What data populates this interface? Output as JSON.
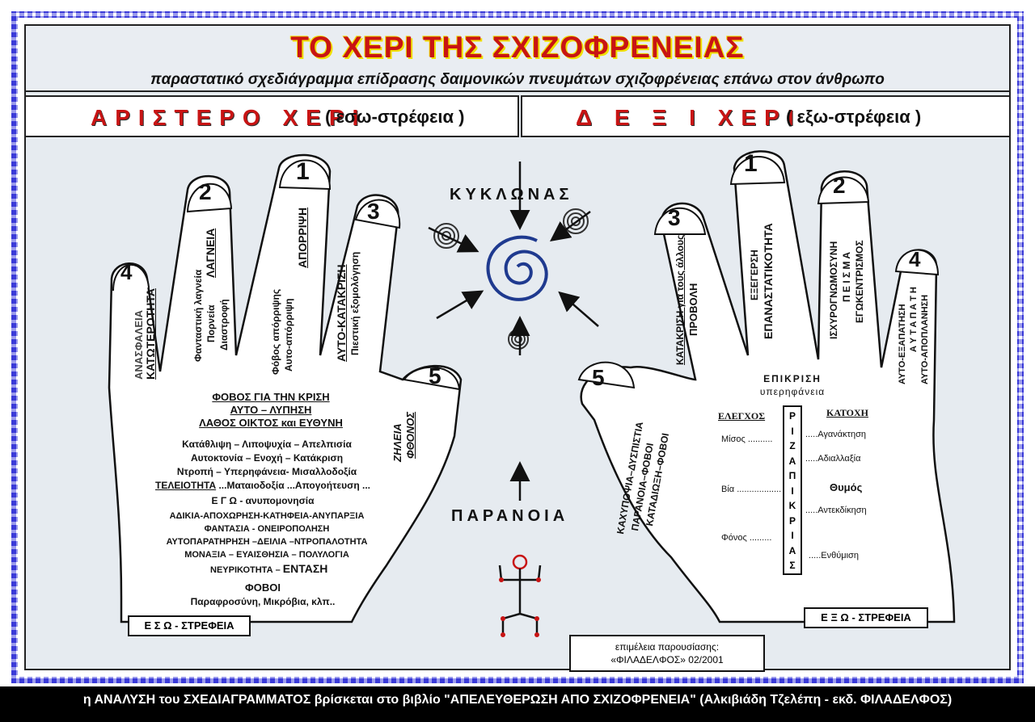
{
  "header": {
    "title": "ΤΟ ΧΕΡΙ ΤΗΣ ΣΧΙΖΟΦΡΕΝΕΙΑΣ",
    "subtitle": "παραστατικό σχεδιάγραμμα επίδρασης δαιμονικών πνευμάτων σχιζοφρένειας επάνω στον άνθρωπο"
  },
  "left": {
    "heading": "ΑΡΙΣΤΕΡΟ ΧΕΡΙ",
    "heading_sub": "( εσω-στρέφεια )",
    "finger1": {
      "num": "1",
      "a": "ΑΠΟΡΡΙΨΗ",
      "b": "Φόβος απόρριψης",
      "c": "Αυτο-απόρριψη"
    },
    "finger2": {
      "num": "2",
      "a": "ΛΑΓΝΕΙΑ",
      "b": "Φανταστική λαγνεία",
      "c": "Πορνεία",
      "d": "Διαστροφή"
    },
    "finger3": {
      "num": "3",
      "a": "ΑΥΤΟ-ΚΑΤΑΚΡΙΣΗ",
      "b": "Πιεστική εξομολόγηση"
    },
    "finger4": {
      "num": "4",
      "a": "ΑΝΑΣΦΑΛΕΙΑ",
      "b": "ΚΑΤΩΤΕΡΟΤΗΤΑ"
    },
    "finger5": {
      "num": "5",
      "a": "ΖΗΛΕΙΑ",
      "b": "ΦΘΟΝΟΣ"
    },
    "palm": {
      "l1": "ΦΟΒΟΣ ΓΙΑ ΤΗΝ ΚΡΙΣΗ",
      "l2": "ΑΥΤΟ – ΛΥΠΗΣΗ",
      "l3": "ΛΑΘΟΣ ΟΙΚΤΟΣ και ΕΥΘΥΝΗ",
      "l4": "Κατάθλιψη – Λιποψυχία – Απελπισία",
      "l5": "Αυτοκτονία – Ενοχή – Κατάκριση",
      "l6": "Ντροπή – Υπερηφάνεια- Μισαλλοδοξία",
      "l7a": "ΤΕΛΕΙΟΤΗΤΑ",
      "l7b": "...Ματαιοδοξία ...Απογοήτευση ...",
      "l8": "Ε Γ Ω  - ανυπομονησία",
      "l9": "ΑΔΙΚΙΑ-ΑΠΟΧΩΡΗΣΗ-ΚΑΤΗΦΕΙΑ-ΑΝΥΠΑΡΞΙΑ",
      "l10": "ΦΑΝΤΑΣΙΑ  -  ΟΝΕΙΡΟΠΟΛΗΣΗ",
      "l11": "ΑΥΤΟΠΑΡΑΤΗΡΗΣΗ –ΔΕΙΛΙΑ –ΝΤΡΟΠΑΛΟΤΗΤΑ",
      "l12": "ΜΟΝΑΞΙΑ – ΕΥΑΙΣΘΗΣΙΑ – ΠΟΛΥΛΟΓΙΑ",
      "l13a": "ΝΕΥΡΙΚΟΤΗΤΑ –",
      "l13b": "ΕΝΤΑΣΗ",
      "l14": "ΦΟΒΟΙ",
      "l15": "Παραφροσύνη, Μικρόβια, κλπ.."
    },
    "badge": "Ε Σ Ω - ΣΤΡΕΦΕΙΑ"
  },
  "right": {
    "heading": "Δ Ε Ξ Ι  ΧΕΡΙ",
    "heading_sub": "( εξω-στρέφεια )",
    "finger1": {
      "num": "1",
      "a": "ΕΞΕΓΕΡΣΗ",
      "b": "ΕΠΑΝΑΣΤΑΤΙΚΟΤΗΤΑ"
    },
    "finger2": {
      "num": "2",
      "a": "ΙΣΧΥΡΟΓΝΩΜΟΣΥΝΗ",
      "b": "Π Ε Ι Σ Μ Α",
      "c": "ΕΓΩΚΕΝΤΡΙΣΜΟΣ"
    },
    "finger3": {
      "num": "3",
      "a": "ΚΑΤΑΚΡΙΣΗ για τους άλλους",
      "b": "ΠΡΟΒΟΛΗ"
    },
    "finger4": {
      "num": "4",
      "a": "ΑΥΤΟ-ΕΞΑΠΑΤΗΣΗ",
      "b": "Α Υ Τ Α Π Α Τ Η",
      "c": "ΑΥΤΟ-ΑΠΟΠΛΑΝΗΣΗ"
    },
    "finger5": {
      "num": "5",
      "a": "ΚΑΧΥΠΟΨΙΑ–ΔΥΣΠΙΣΤΙΑ",
      "b": "ΠΑΡΑΝΟΙΑ–ΦΟΒΟΙ",
      "c": "ΚΑΤΑΔΙΩΞΗ–ΦΟΒΟΙ"
    },
    "palm": {
      "p1": "ΕΠΙΚΡΙΣΗ",
      "p2": "υπερηφάνεια",
      "elegxos": "ΕΛΕΓΧΟΣ",
      "katoxi": "ΚΑΤΟΧΗ",
      "riza": [
        "Ρ",
        "Ι",
        "Ζ",
        "Α",
        "Π",
        "Ι",
        "Κ",
        "Ρ",
        "Ι",
        "Α",
        "Σ"
      ],
      "misos": "Μίσος ..........",
      "aganaktisi": ".....Αγανάκτηση",
      "adiallaksia": ".....Αδιαλλαξία",
      "via": "Βία ..................",
      "thymos": "Θυμός",
      "antekdikisi": ".....Αντεκδίκηση",
      "fonos": "Φόνος .........",
      "enthymisi": ".....Ενθύμιση"
    },
    "badge": "Ε Ξ Ω - ΣΤΡΕΦΕΙΑ"
  },
  "center": {
    "kyklonas": "ΚΥΚΛΩΝΑΣ",
    "paranoia": "ΠΑΡΑΝΟΙΑ"
  },
  "credit": {
    "l1": "επιμέλεια παρουσίασης:",
    "l2": "«ΦΙΛΑΔΕΛΦΟΣ» 02/2001"
  },
  "footer": "η ΑΝΑΛΥΣΗ του ΣΧΕΔΙΑΓΡΑΜΜΑΤΟΣ βρίσκεται στο βιβλίο \"ΑΠΕΛΕΥΘΕΡΩΣΗ ΑΠΟ ΣΧΙΖΟΦΡΕΝΕΙΑ\" (Αλκιβιάδη Τζελέπη - εκδ. ΦΙΛΑΔΕΛΦΟΣ)"
}
